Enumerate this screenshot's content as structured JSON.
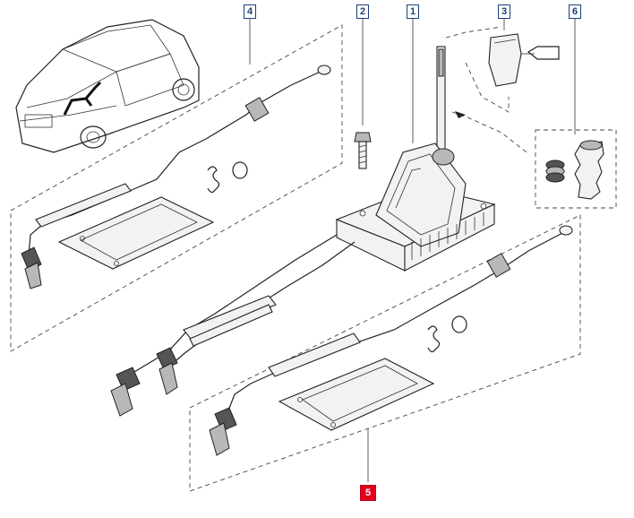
{
  "diagram": {
    "callouts": [
      {
        "id": "4",
        "highlighted": false
      },
      {
        "id": "2",
        "highlighted": false
      },
      {
        "id": "1",
        "highlighted": false
      },
      {
        "id": "3",
        "highlighted": false
      },
      {
        "id": "6",
        "highlighted": false
      },
      {
        "id": "5",
        "highlighted": true
      }
    ],
    "colors": {
      "callout_border": "#1a3f7a",
      "callout_highlight": "#e0001b",
      "line": "#222222",
      "background": "#ffffff"
    }
  }
}
